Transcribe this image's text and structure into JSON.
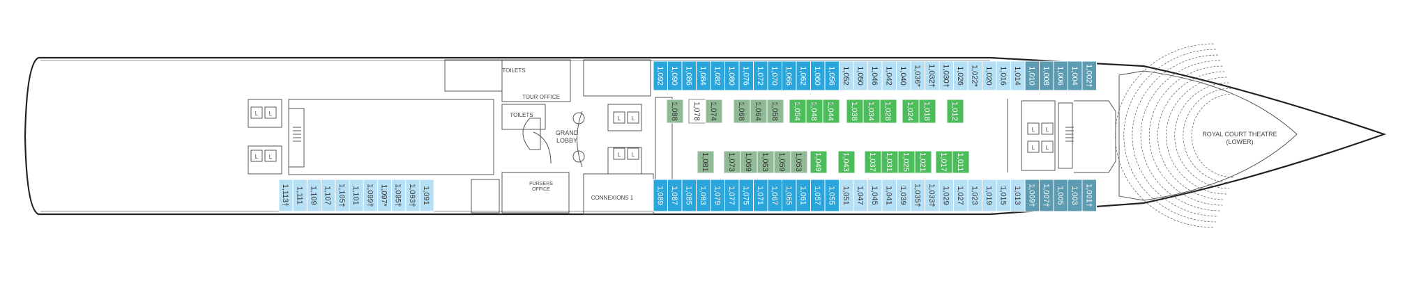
{
  "colors": {
    "blue": "#2aa6dc",
    "light_blue": "#b5e0f5",
    "teal": "#5d9bb2",
    "green": "#4bbd5a",
    "sage": "#8fba95",
    "hull": "#222222",
    "line": "#555555"
  },
  "areas": {
    "toilets_top": "TOILETS",
    "tour_office": "TOUR OFFICE",
    "toilets_mid": "TOILETS",
    "grand_lobby_1": "GRAND",
    "grand_lobby_2": "LOBBY",
    "pursers_office_1": "PURSERS",
    "pursers_office_2": "OFFICE",
    "connexions": "CONNEXIONS 1",
    "theatre_1": "ROYAL COURT THEATRE",
    "theatre_2": "(LOWER)",
    "lift_label": "L"
  },
  "cabins": {
    "top_outer": [
      {
        "label": "1,092",
        "color": "blue"
      },
      {
        "label": "1,090",
        "color": "blue"
      },
      {
        "label": "1,086",
        "color": "blue"
      },
      {
        "label": "1,084",
        "color": "blue"
      },
      {
        "label": "1,082",
        "color": "blue"
      },
      {
        "label": "1,080",
        "color": "blue"
      },
      {
        "label": "1,076",
        "color": "blue"
      },
      {
        "label": "1,072",
        "color": "blue"
      },
      {
        "label": "1,070",
        "color": "blue"
      },
      {
        "label": "1,066",
        "color": "blue"
      },
      {
        "label": "1,062",
        "color": "blue"
      },
      {
        "label": "1,060",
        "color": "blue"
      },
      {
        "label": "1,056",
        "color": "blue"
      },
      {
        "label": "1,052",
        "color": "light_blue"
      },
      {
        "label": "1,050",
        "color": "light_blue"
      },
      {
        "label": "1,046",
        "color": "light_blue"
      },
      {
        "label": "1,042",
        "color": "light_blue"
      },
      {
        "label": "1,040",
        "color": "light_blue"
      },
      {
        "label": "1,036*",
        "color": "light_blue"
      },
      {
        "label": "1,032†",
        "color": "light_blue"
      },
      {
        "label": "1,030†",
        "color": "light_blue"
      },
      {
        "label": "1,026",
        "color": "light_blue"
      },
      {
        "label": "1,022*",
        "color": "light_blue"
      },
      {
        "label": "1,020",
        "color": "light_blue"
      },
      {
        "label": "1,016",
        "color": "light_blue"
      },
      {
        "label": "1,014",
        "color": "light_blue"
      },
      {
        "label": "1,010",
        "color": "teal"
      },
      {
        "label": "1,008",
        "color": "teal"
      },
      {
        "label": "1,006",
        "color": "teal"
      },
      {
        "label": "1,004",
        "color": "teal"
      },
      {
        "label": "1,002†",
        "color": "teal"
      }
    ],
    "bottom_outer": [
      {
        "label": "1,089",
        "color": "blue"
      },
      {
        "label": "1,087",
        "color": "blue"
      },
      {
        "label": "1,085",
        "color": "blue"
      },
      {
        "label": "1,083",
        "color": "blue"
      },
      {
        "label": "1,079",
        "color": "blue"
      },
      {
        "label": "1,077",
        "color": "blue"
      },
      {
        "label": "1,075",
        "color": "blue"
      },
      {
        "label": "1,071",
        "color": "blue"
      },
      {
        "label": "1,067",
        "color": "blue"
      },
      {
        "label": "1,065",
        "color": "blue"
      },
      {
        "label": "1,061",
        "color": "blue"
      },
      {
        "label": "1,057",
        "color": "blue"
      },
      {
        "label": "1,055",
        "color": "blue"
      },
      {
        "label": "1,051",
        "color": "light_blue"
      },
      {
        "label": "1,047",
        "color": "light_blue"
      },
      {
        "label": "1,045",
        "color": "light_blue"
      },
      {
        "label": "1,041",
        "color": "light_blue"
      },
      {
        "label": "1,039",
        "color": "light_blue"
      },
      {
        "label": "1,035†",
        "color": "light_blue"
      },
      {
        "label": "1,033†",
        "color": "light_blue"
      },
      {
        "label": "1,029",
        "color": "light_blue"
      },
      {
        "label": "1,027",
        "color": "light_blue"
      },
      {
        "label": "1,023",
        "color": "light_blue"
      },
      {
        "label": "1,019",
        "color": "light_blue"
      },
      {
        "label": "1,015",
        "color": "light_blue"
      },
      {
        "label": "1,013",
        "color": "light_blue"
      },
      {
        "label": "1,009†",
        "color": "teal"
      },
      {
        "label": "1,007†",
        "color": "teal"
      },
      {
        "label": "1,005",
        "color": "teal"
      },
      {
        "label": "1,003",
        "color": "teal"
      },
      {
        "label": "1,001†",
        "color": "teal"
      }
    ],
    "aft_bottom": [
      {
        "label": "1,113†",
        "color": "light_blue"
      },
      {
        "label": "1,111",
        "color": "light_blue"
      },
      {
        "label": "1,109",
        "color": "light_blue"
      },
      {
        "label": "1,107",
        "color": "light_blue"
      },
      {
        "label": "1,105†",
        "color": "light_blue"
      },
      {
        "label": "1,101",
        "color": "light_blue"
      },
      {
        "label": "1,099†",
        "color": "light_blue"
      },
      {
        "label": "1,097*",
        "color": "light_blue"
      },
      {
        "label": "1,095†",
        "color": "light_blue"
      },
      {
        "label": "1,093†",
        "color": "light_blue"
      },
      {
        "label": "1,091",
        "color": "light_blue"
      }
    ],
    "inner_top": [
      {
        "label": "1,088",
        "color": "sage"
      },
      {
        "label": "1,078",
        "color": "white"
      },
      {
        "label": "1,074",
        "color": "sage"
      },
      {
        "label": "1,068",
        "color": "sage"
      },
      {
        "label": "1,064",
        "color": "sage"
      },
      {
        "label": "1,058",
        "color": "sage"
      },
      {
        "label": "1,054",
        "color": "green"
      },
      {
        "label": "1,048",
        "color": "green"
      },
      {
        "label": "1,044",
        "color": "green"
      },
      {
        "label": "1,038",
        "color": "green"
      },
      {
        "label": "1,034",
        "color": "green"
      },
      {
        "label": "1,028",
        "color": "green"
      },
      {
        "label": "1,024",
        "color": "green"
      },
      {
        "label": "1,018",
        "color": "green"
      },
      {
        "label": "1,012",
        "color": "green"
      }
    ],
    "inner_bottom": [
      {
        "label": "1,081",
        "color": "sage"
      },
      {
        "label": "1,073",
        "color": "sage"
      },
      {
        "label": "1,069",
        "color": "sage"
      },
      {
        "label": "1,063",
        "color": "sage"
      },
      {
        "label": "1,059",
        "color": "sage"
      },
      {
        "label": "1,053",
        "color": "sage"
      },
      {
        "label": "1,049",
        "color": "green"
      },
      {
        "label": "1,043",
        "color": "green"
      },
      {
        "label": "1,037",
        "color": "green"
      },
      {
        "label": "1,031",
        "color": "green"
      },
      {
        "label": "1,025",
        "color": "green"
      },
      {
        "label": "1,021",
        "color": "green"
      },
      {
        "label": "1,017",
        "color": "green"
      },
      {
        "label": "1,011",
        "color": "green"
      }
    ]
  }
}
